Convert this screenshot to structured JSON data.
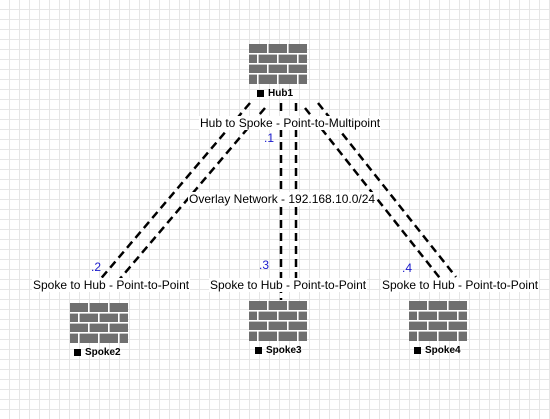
{
  "nodes": {
    "hub1": {
      "name": "Hub1"
    },
    "spoke2": {
      "name": "Spoke2"
    },
    "spoke3": {
      "name": "Spoke3"
    },
    "spoke4": {
      "name": "Spoke4"
    }
  },
  "labels": {
    "hub_to_spoke": "Hub to Spoke - Point-to-Multipoint",
    "overlay": "Overlay Network - 192.168.10.0/24",
    "spoke2_to_hub": "Spoke to Hub - Point-to-Point",
    "spoke3_to_hub": "Spoke to Hub - Point-to-Point",
    "spoke4_to_hub": "Spoke to Hub - Point-to-Point"
  },
  "addresses": {
    "hub1": ".1",
    "spoke2": ".2",
    "spoke3": ".3",
    "spoke4": ".4"
  },
  "colors": {
    "firewall": "#6f6f6f",
    "link": "#000000",
    "address": "#1a1acc"
  },
  "icons": {
    "device": "firewall-icon",
    "label_marker": "square-bullet-icon"
  }
}
